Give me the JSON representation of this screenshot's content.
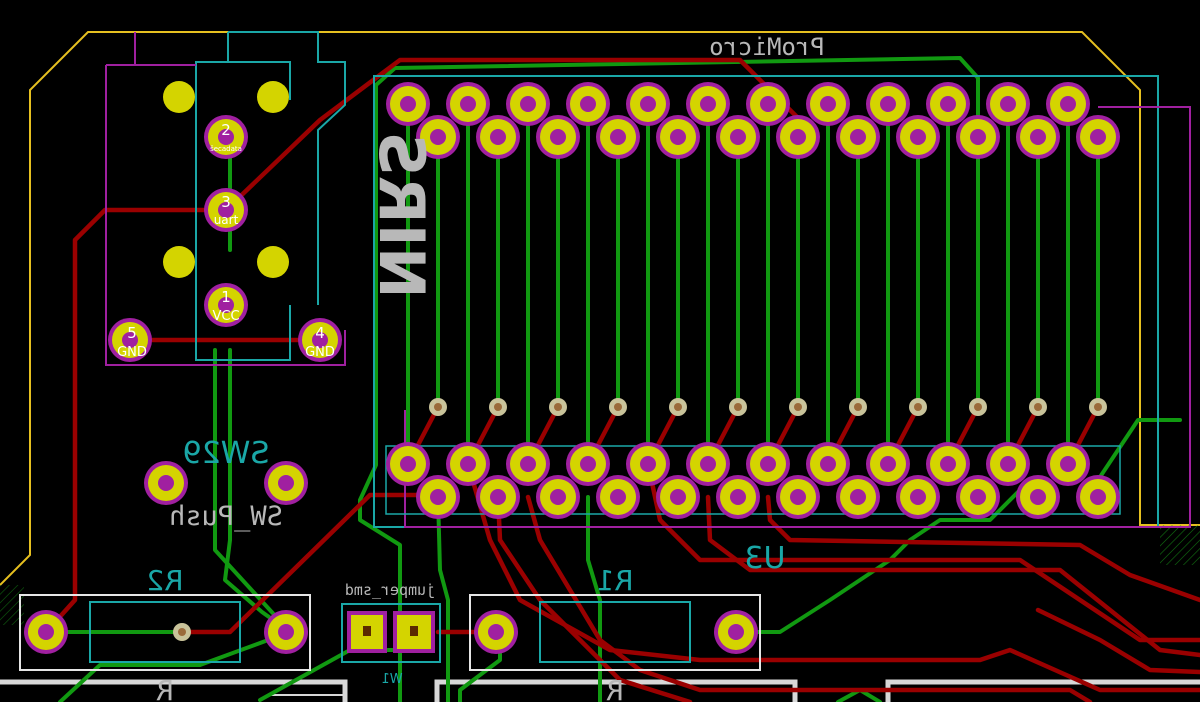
{
  "board": {
    "title": "ProMicro",
    "chip_label": "NIRS"
  },
  "connector": {
    "pins": [
      {
        "num": "2",
        "name": "šecadata"
      },
      {
        "num": "3",
        "name": "uart"
      },
      {
        "num": "1",
        "name": "VCC"
      },
      {
        "num": "5",
        "name": "GND"
      },
      {
        "num": "4",
        "name": "GND"
      }
    ]
  },
  "switch": {
    "ref": "SW29",
    "value": "SW_Push"
  },
  "resistor_r2": {
    "ref": "R2",
    "value": "R"
  },
  "resistor_r1": {
    "ref": "R1",
    "value": "R"
  },
  "jumper": {
    "ref": "jumper_smd",
    "value": "W1"
  },
  "u3": {
    "ref": "U3"
  },
  "colors": {
    "board_edge": "#e6c020",
    "silkscreen": "#b8b8b8",
    "fab": "#1aa7a7",
    "courtyard": "#a020a0",
    "pad": "#d4d400",
    "front_copper": "#9a0000",
    "back_copper": "#119911"
  }
}
